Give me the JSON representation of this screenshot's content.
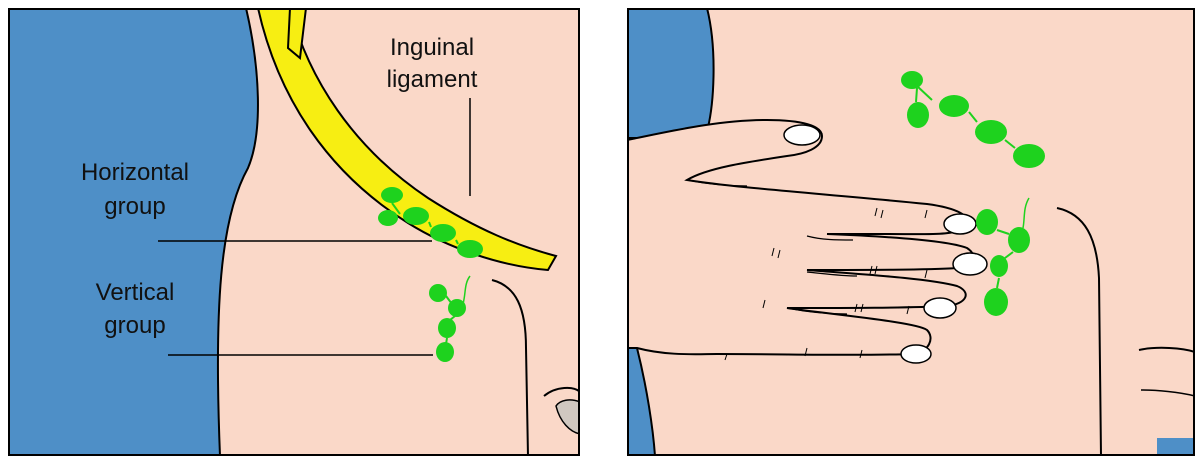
{
  "colors": {
    "background_blue": "#4e8fc7",
    "skin": "#fad8c8",
    "ligament": "#f7ee12",
    "lymph_node": "#1ed21e",
    "outline": "#000000",
    "nail": "#ffffff"
  },
  "left_panel": {
    "labels": {
      "inguinal_line1": "Inguinal",
      "inguinal_line2": "ligament",
      "horizontal_line1": "Horizontal",
      "horizontal_line2": "group",
      "vertical_line1": "Vertical",
      "vertical_line2": "group"
    }
  },
  "right_panel": {}
}
